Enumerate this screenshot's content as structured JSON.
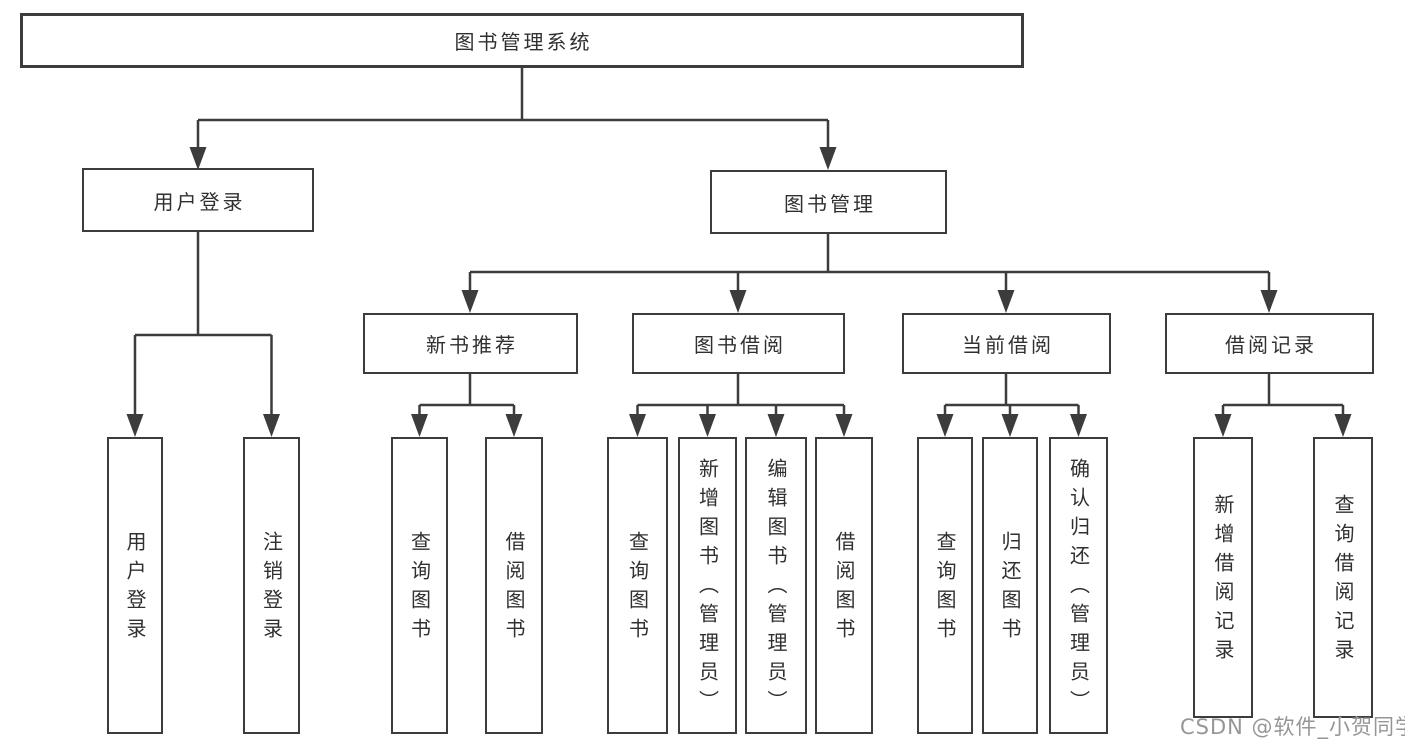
{
  "diagram": {
    "root_label": "图书管理系统",
    "level2": {
      "user_login": "用户登录",
      "book_management": "图书管理"
    },
    "level3": {
      "new_books": "新书推荐",
      "book_borrow": "图书借阅",
      "current_borrow": "当前借阅",
      "borrow_records": "借阅记录"
    },
    "leaves": {
      "user_login": "用户登录",
      "logout": "注销登录",
      "nb_query_books": "查询图书",
      "nb_borrow_books": "借阅图书",
      "bb_query_books": "查询图书",
      "bb_add_books": "新增图书（管理员）",
      "bb_edit_books": "编辑图书（管理员）",
      "bb_borrow_books": "借阅图书",
      "cb_query_books": "查询图书",
      "cb_return_books": "归还图书",
      "cb_confirm_return": "确认归还（管理员）",
      "br_add_record": "新增借阅记录",
      "br_query_record": "查询借阅记录"
    }
  },
  "watermark": "CSDN @软件_小贺同学",
  "colors": {
    "line": "#3c3c3c",
    "text": "#303030",
    "background": "#ffffff",
    "watermark": "#969696"
  }
}
